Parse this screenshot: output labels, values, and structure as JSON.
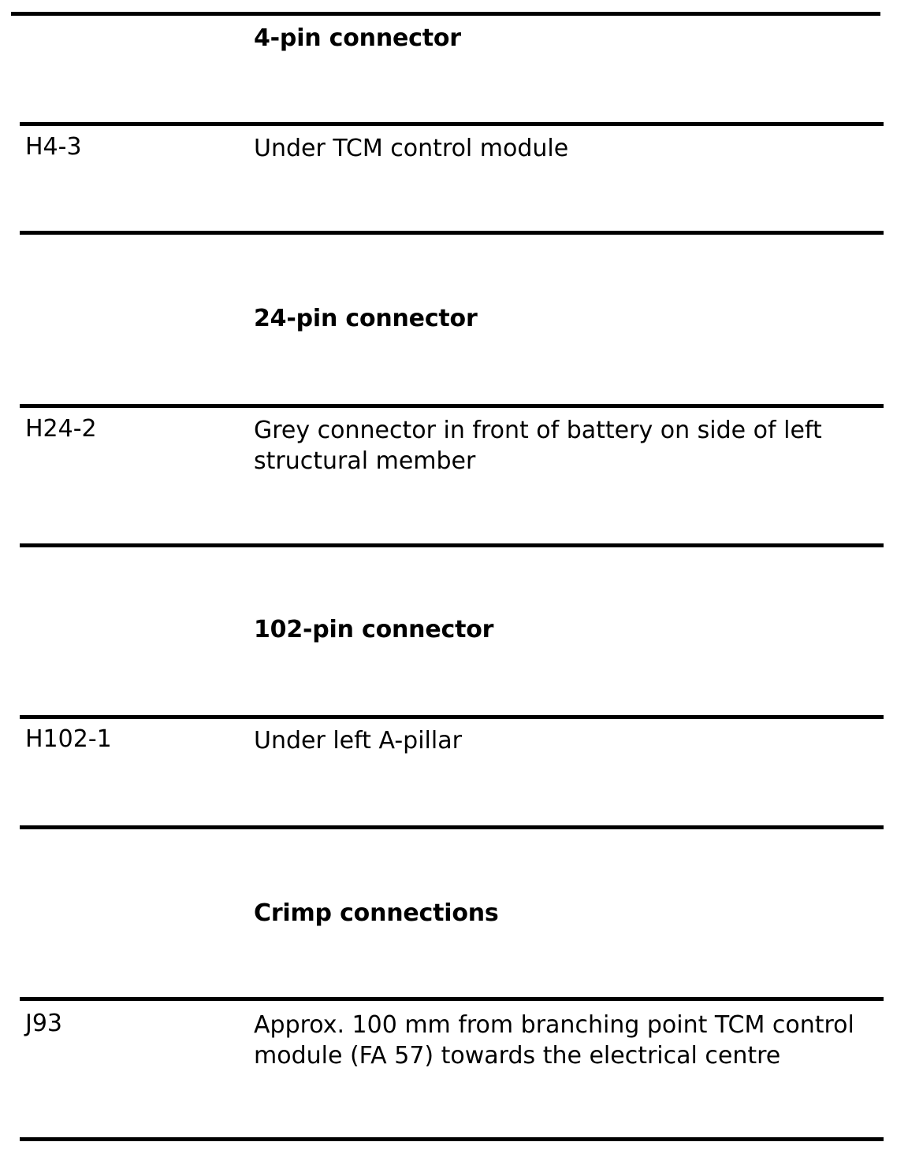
{
  "document": {
    "type": "connector-location-table",
    "background_color": "#ffffff",
    "text_color": "#000000",
    "rule_color": "#000000"
  },
  "sections": [
    {
      "heading": "4-pin connector",
      "rows": [
        {
          "code": "H4-3",
          "description_lines": [
            "Under TCM control module"
          ]
        }
      ]
    },
    {
      "heading": "24-pin connector",
      "rows": [
        {
          "code": "H24-2",
          "description_lines": [
            "Grey connector in front of battery on side of left",
            "structural member"
          ]
        }
      ]
    },
    {
      "heading": "102-pin connector",
      "rows": [
        {
          "code": "H102-1",
          "description_lines": [
            "Under left A-pillar"
          ]
        }
      ]
    },
    {
      "heading": "Crimp connections",
      "rows": [
        {
          "code": "J93",
          "description_lines": [
            "Approx. 100 mm from branching point TCM control",
            "module (FA 57) towards the electrical centre"
          ]
        }
      ]
    }
  ]
}
